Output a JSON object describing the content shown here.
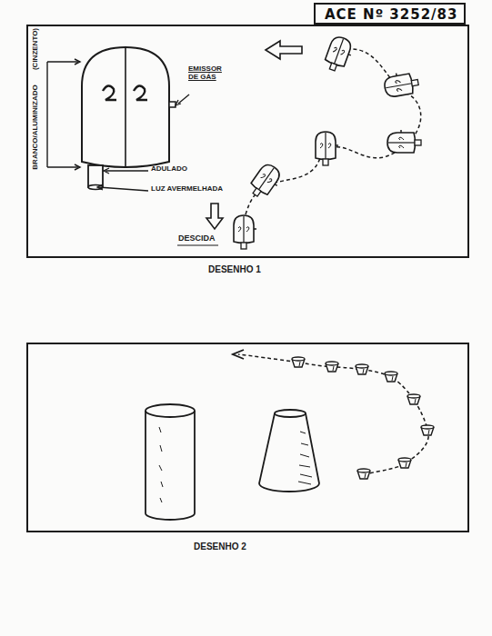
{
  "diagram": {
    "nodes": [
      {
        "text": [
          "ACE Nº 3252/83"
        ]
      }
    ],
    "labels": [
      "EMISSOR DE GÁS",
      "ADULADO",
      "LUZ AVERMELHADA",
      "BRANCO/ALUMINIZADO",
      "(CINZENTO)",
      "DESCIDA",
      "DESENHO 1",
      "DESENHO 2"
    ]
  }
}
